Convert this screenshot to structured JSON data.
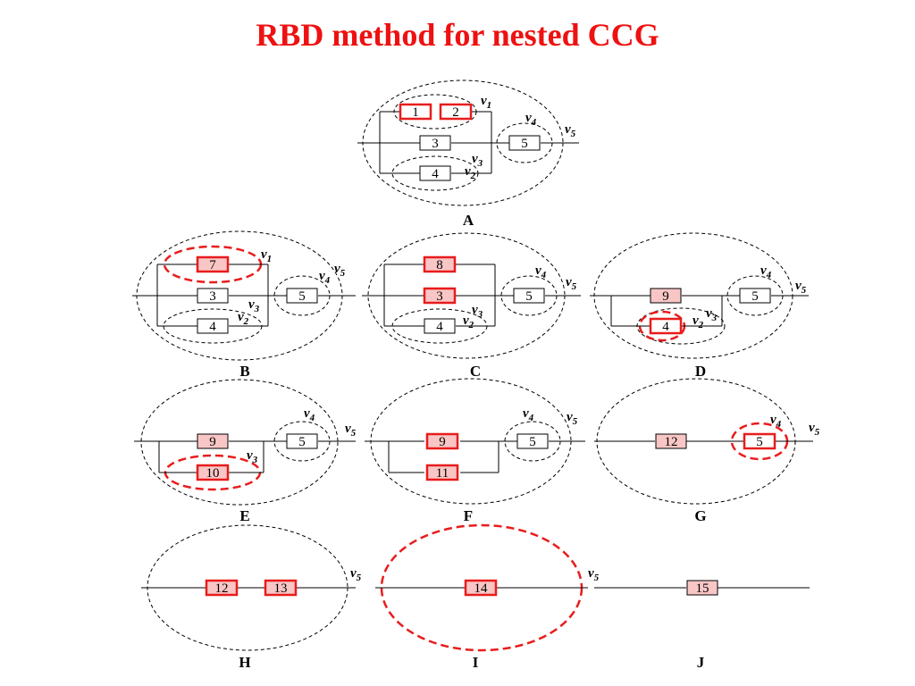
{
  "title": "RBD method for nested CCG",
  "colors": {
    "title": "#ee1111",
    "highlight": "#e81c1c",
    "shaded_fill": "#f9c6c6",
    "line": "#000000"
  },
  "panels": [
    {
      "id": "A",
      "label": "A",
      "blocks": [
        "1",
        "2",
        "3",
        "4",
        "5"
      ],
      "highlighted_blocks": [
        "1",
        "2"
      ],
      "shaded_blocks": [],
      "var_labels": [
        {
          "name": "v",
          "sub": "1"
        },
        {
          "name": "v",
          "sub": "4"
        },
        {
          "name": "v",
          "sub": "5"
        },
        {
          "name": "v",
          "sub": "3"
        },
        {
          "name": "v",
          "sub": "2"
        }
      ],
      "highlighted_groups": []
    },
    {
      "id": "B",
      "label": "B",
      "blocks": [
        "7",
        "3",
        "4",
        "5"
      ],
      "highlighted_blocks": [
        "7"
      ],
      "shaded_blocks": [
        "7"
      ],
      "var_labels": [
        {
          "name": "v",
          "sub": "1"
        },
        {
          "name": "v",
          "sub": "4"
        },
        {
          "name": "v",
          "sub": "5"
        },
        {
          "name": "v",
          "sub": "3"
        },
        {
          "name": "v",
          "sub": "2"
        }
      ],
      "highlighted_groups": [
        "v1"
      ]
    },
    {
      "id": "C",
      "label": "C",
      "blocks": [
        "8",
        "3",
        "4",
        "5"
      ],
      "highlighted_blocks": [
        "8",
        "3"
      ],
      "shaded_blocks": [
        "8",
        "3"
      ],
      "var_labels": [
        {
          "name": "v",
          "sub": "4"
        },
        {
          "name": "v",
          "sub": "5"
        },
        {
          "name": "v",
          "sub": "3"
        },
        {
          "name": "v",
          "sub": "2"
        }
      ],
      "highlighted_groups": []
    },
    {
      "id": "D",
      "label": "D",
      "blocks": [
        "9",
        "4",
        "5"
      ],
      "highlighted_blocks": [
        "4"
      ],
      "shaded_blocks": [
        "9"
      ],
      "var_labels": [
        {
          "name": "v",
          "sub": "4"
        },
        {
          "name": "v",
          "sub": "5"
        },
        {
          "name": "v",
          "sub": "2"
        },
        {
          "name": "v",
          "sub": "3"
        }
      ],
      "highlighted_groups": [
        "v2"
      ]
    },
    {
      "id": "E",
      "label": "E",
      "blocks": [
        "9",
        "10",
        "5"
      ],
      "highlighted_blocks": [
        "10"
      ],
      "shaded_blocks": [
        "9",
        "10"
      ],
      "var_labels": [
        {
          "name": "v",
          "sub": "4"
        },
        {
          "name": "v",
          "sub": "5"
        },
        {
          "name": "v",
          "sub": "3"
        }
      ],
      "highlighted_groups": [
        "v3"
      ]
    },
    {
      "id": "F",
      "label": "F",
      "blocks": [
        "9",
        "11",
        "5"
      ],
      "highlighted_blocks": [
        "9",
        "11"
      ],
      "shaded_blocks": [
        "9",
        "11"
      ],
      "var_labels": [
        {
          "name": "v",
          "sub": "4"
        },
        {
          "name": "v",
          "sub": "5"
        }
      ],
      "highlighted_groups": []
    },
    {
      "id": "G",
      "label": "G",
      "blocks": [
        "12",
        "5"
      ],
      "highlighted_blocks": [
        "5"
      ],
      "shaded_blocks": [
        "12"
      ],
      "var_labels": [
        {
          "name": "v",
          "sub": "4"
        },
        {
          "name": "v",
          "sub": "5"
        }
      ],
      "highlighted_groups": [
        "v4"
      ]
    },
    {
      "id": "H",
      "label": "H",
      "blocks": [
        "12",
        "13"
      ],
      "highlighted_blocks": [
        "12",
        "13"
      ],
      "shaded_blocks": [
        "12",
        "13"
      ],
      "var_labels": [
        {
          "name": "v",
          "sub": "5"
        }
      ],
      "highlighted_groups": []
    },
    {
      "id": "I",
      "label": "I",
      "blocks": [
        "14"
      ],
      "highlighted_blocks": [
        "14"
      ],
      "shaded_blocks": [
        "14"
      ],
      "var_labels": [
        {
          "name": "v",
          "sub": "5"
        }
      ],
      "highlighted_groups": [
        "v5"
      ]
    },
    {
      "id": "J",
      "label": "J",
      "blocks": [
        "15"
      ],
      "highlighted_blocks": [],
      "shaded_blocks": [
        "15"
      ],
      "var_labels": [],
      "highlighted_groups": []
    }
  ]
}
